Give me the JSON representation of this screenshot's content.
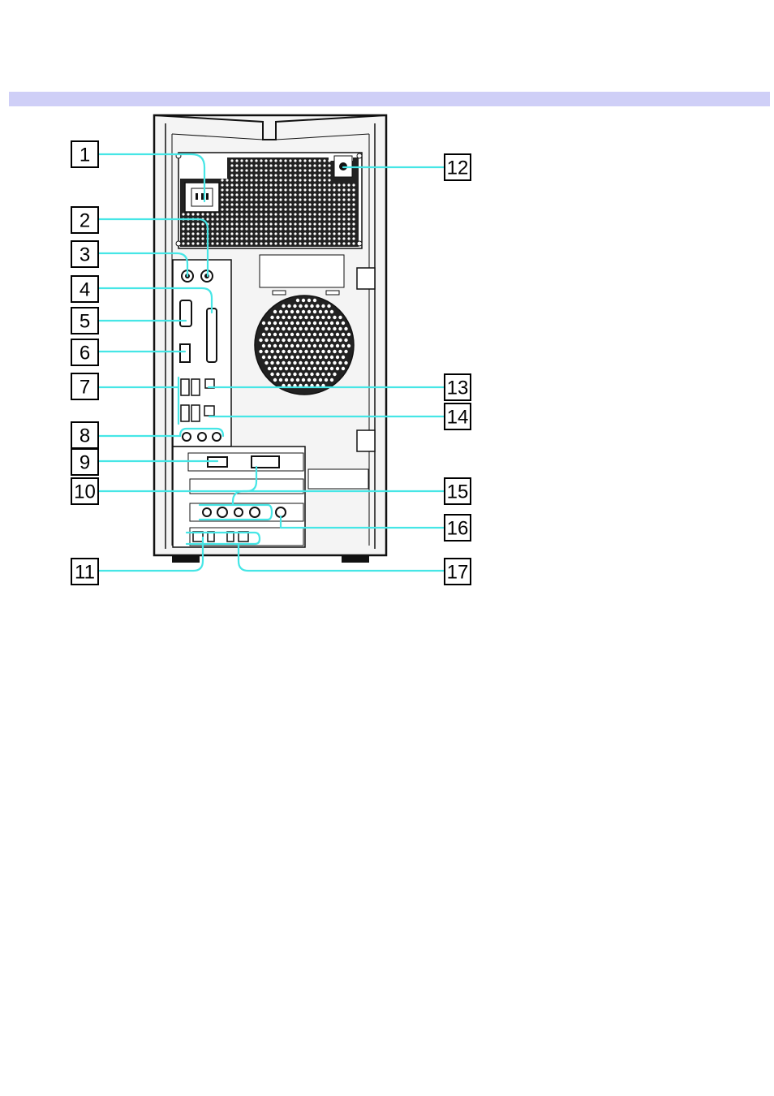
{
  "header": {
    "bar_color": "#cfcff7"
  },
  "diagram": {
    "subject": "rear panel of desktop computer tower",
    "leader_color": "#46e6e6",
    "callouts": [
      {
        "label": "1"
      },
      {
        "label": "2"
      },
      {
        "label": "3"
      },
      {
        "label": "4"
      },
      {
        "label": "5"
      },
      {
        "label": "6"
      },
      {
        "label": "7"
      },
      {
        "label": "8"
      },
      {
        "label": "9"
      },
      {
        "label": "10"
      },
      {
        "label": "11"
      },
      {
        "label": "12"
      },
      {
        "label": "13"
      },
      {
        "label": "14"
      },
      {
        "label": "15"
      },
      {
        "label": "16"
      },
      {
        "label": "17"
      }
    ]
  }
}
